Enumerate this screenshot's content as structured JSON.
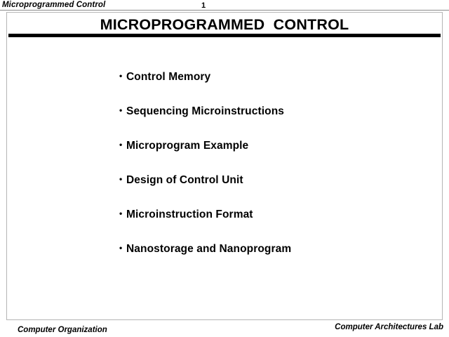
{
  "header": {
    "course_title": "Microprogrammed Control",
    "page_number": "1"
  },
  "slide": {
    "title": "MICROPROGRAMMED  CONTROL",
    "bullet_marker": "•",
    "bullets": [
      {
        "label": "Control Memory"
      },
      {
        "label": "Sequencing Microinstructions"
      },
      {
        "label": "Microprogram Example"
      },
      {
        "label": "Design of Control Unit"
      },
      {
        "label": "Microinstruction Format"
      },
      {
        "label": "Nanostorage and Nanoprogram"
      }
    ]
  },
  "footer": {
    "left": "Computer Organization",
    "right": "Computer Architectures Lab"
  },
  "colors": {
    "text": "#000000",
    "frame_border": "#b5b5b5",
    "title_bar": "#000000",
    "header_rule": "#8a8a8a",
    "background": "#ffffff"
  }
}
